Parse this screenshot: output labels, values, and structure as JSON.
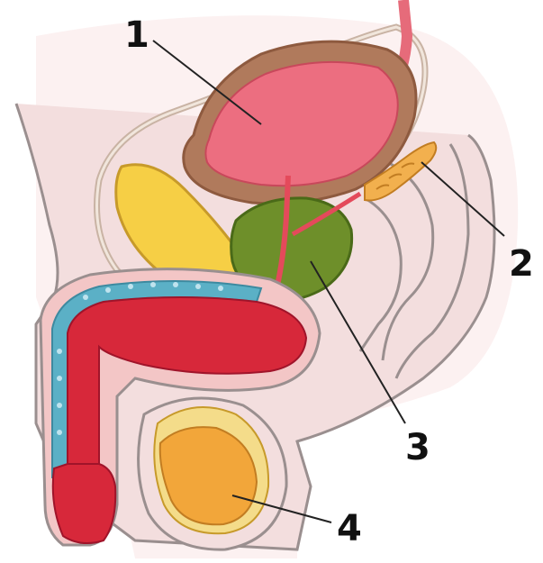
{
  "diagram": {
    "labels": [
      {
        "id": "label-1",
        "text": "1"
      },
      {
        "id": "label-2",
        "text": "2"
      },
      {
        "id": "label-3",
        "text": "3"
      },
      {
        "id": "label-4",
        "text": "4"
      }
    ],
    "colors": {
      "skin_fill": "#f3dede",
      "skin_outline": "#9a8f8f",
      "bladder_wall": "#b07a5c",
      "bladder_inner": "#ec6e80",
      "seminal_vesicle": "#f2b04e",
      "prostate": "#6e8f2a",
      "pubic_bone": "#f6cf45",
      "testis": "#f2a63a",
      "testis_rim": "#f4dc8a",
      "penis_red": "#d7283a",
      "penis_blue": "#5bb0c6",
      "urethra": "#e44a5b"
    }
  }
}
